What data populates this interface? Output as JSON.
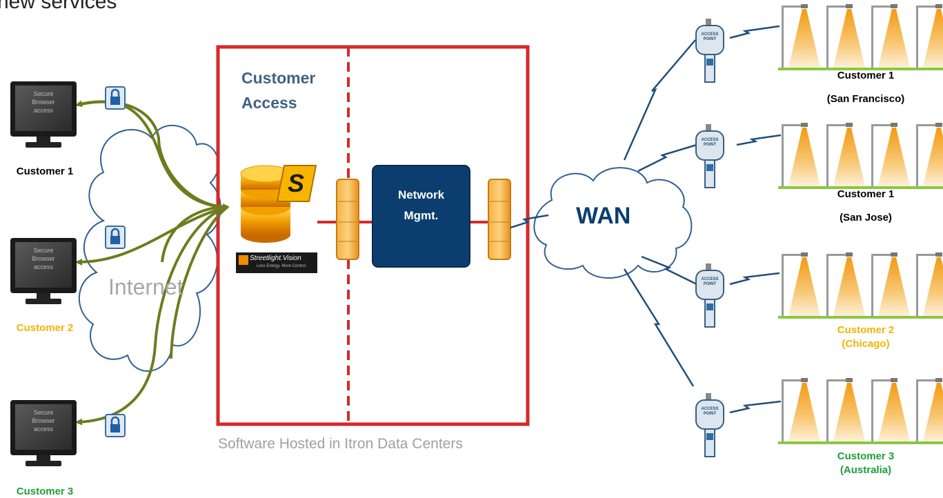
{
  "title_fragment": "new services",
  "box": {
    "customer_access_line1": "Customer",
    "customer_access_line2": "Access",
    "network_mgmt_line1": "Network",
    "network_mgmt_line2": "Mgmt.",
    "caption": "Software Hosted in Itron Data Centers",
    "product_logo_text": "Streetlight.Vision",
    "product_logo_tagline": "Less Energy. More Control.",
    "product_letter": "S"
  },
  "cloud_internet": "Internet",
  "cloud_wan": "WAN",
  "monitor_screen_lines": [
    "Secure",
    "Browser",
    "access"
  ],
  "access_point_label_lines": [
    "ACCESS",
    "POINT"
  ],
  "left_customers": [
    {
      "label": "Customer 1",
      "color": "#000000"
    },
    {
      "label": "Customer 2",
      "color": "#f0b400"
    },
    {
      "label": "Customer 3",
      "color": "#1e9e3a"
    }
  ],
  "sites": [
    {
      "line1": "Customer 1",
      "line2": "(San Francisco)",
      "color": "#000000"
    },
    {
      "line1": "Customer 1",
      "line2": "(San Jose)",
      "color": "#000000"
    },
    {
      "line1": "Customer 2",
      "line2": "(Chicago)",
      "color": "#f0b400"
    },
    {
      "line1": "Customer 3",
      "line2": "(Australia)",
      "color": "#1e9e3a"
    }
  ],
  "colors": {
    "box_red": "#d42a2a",
    "arrow_olive": "#6b7d1e",
    "network_blue": "#0b3e6e",
    "lightning": "#1f4e79",
    "caption_gray": "#a0a0a0",
    "customer_access_blue": "#3f6384",
    "green_ground": "#8cc63f"
  }
}
